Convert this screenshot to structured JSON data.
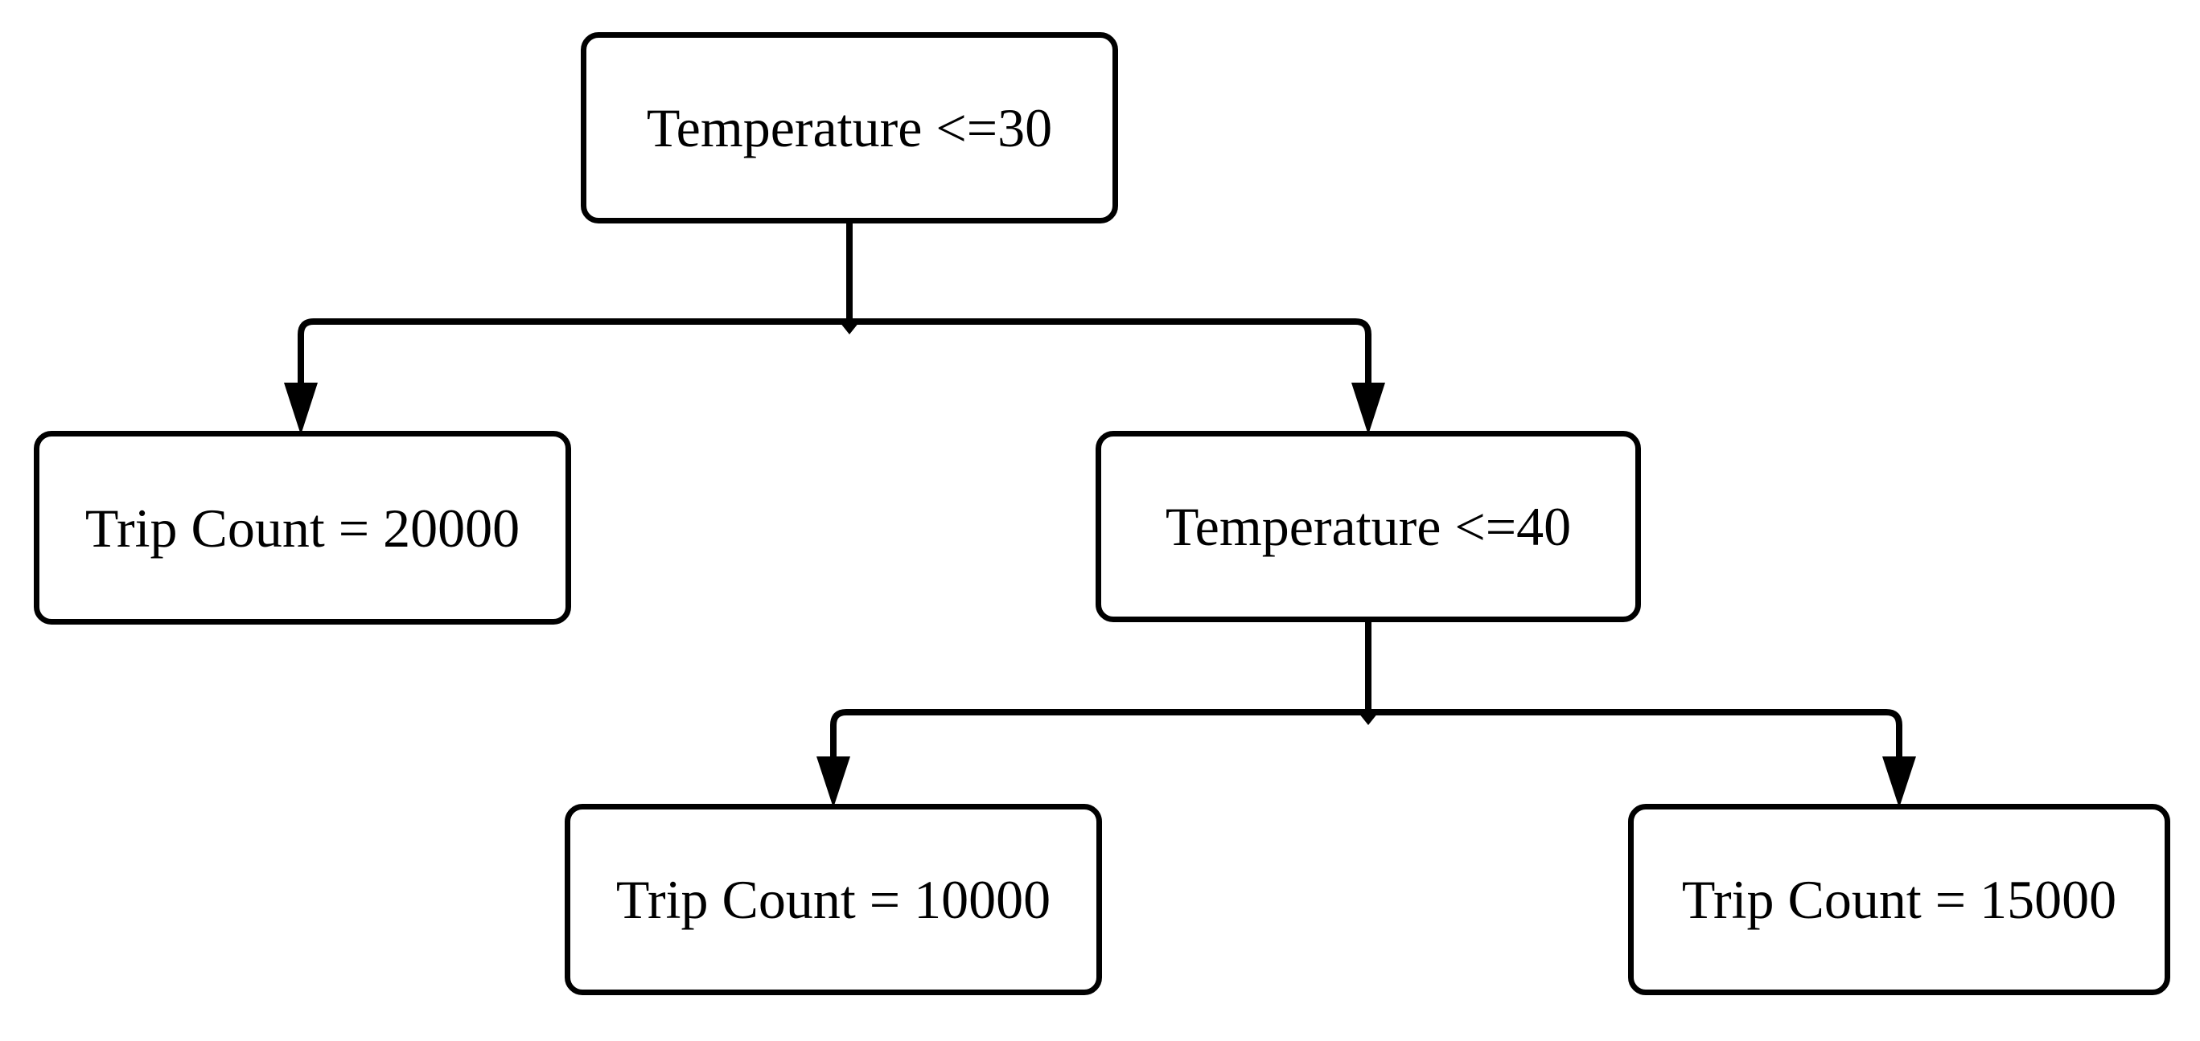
{
  "diagram": {
    "type": "decision-tree-flowchart",
    "colors": {
      "background": "#ffffff",
      "node_fill": "#ffffff",
      "node_border": "#000000",
      "edge_stroke": "#000000",
      "text": "#000000"
    },
    "nodes": [
      {
        "id": "root",
        "label": "Temperature <=30",
        "level": 0
      },
      {
        "id": "leaf-left",
        "label": "Trip Count = 20000",
        "level": 1
      },
      {
        "id": "node-right",
        "label": "Temperature <=40",
        "level": 1
      },
      {
        "id": "leaf-mid",
        "label": "Trip Count = 10000",
        "level": 2
      },
      {
        "id": "leaf-right",
        "label": "Trip Count = 15000",
        "level": 2
      }
    ],
    "edges": [
      {
        "from": "root",
        "to": "leaf-left"
      },
      {
        "from": "root",
        "to": "node-right"
      },
      {
        "from": "node-right",
        "to": "leaf-mid"
      },
      {
        "from": "node-right",
        "to": "leaf-right"
      }
    ]
  }
}
